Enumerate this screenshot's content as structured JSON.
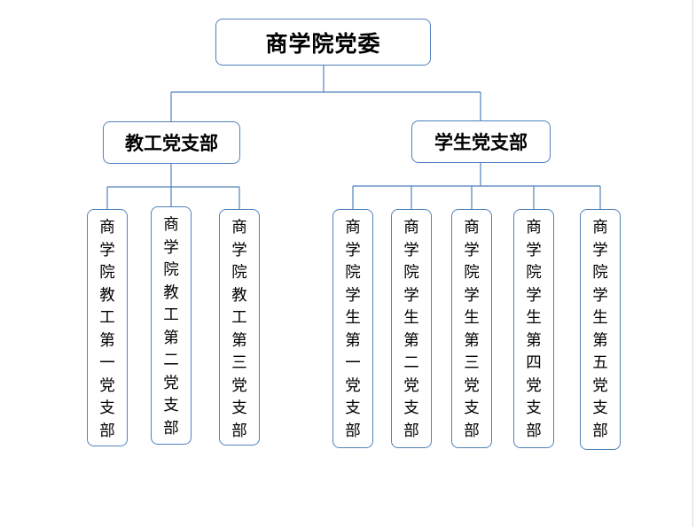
{
  "root": {
    "label": "商学院党委"
  },
  "branches": [
    {
      "label": "教工党支部",
      "children": [
        "商学院教工第一党支部",
        "商学院教工第二党支部",
        "商学院教工第三党支部"
      ]
    },
    {
      "label": "学生党支部",
      "children": [
        "商学院学生第一党支部",
        "商学院学生第二党支部",
        "商学院学生第三党支部",
        "商学院学生第四党支部",
        "商学院学生第五党支部"
      ]
    }
  ],
  "colors": {
    "border": "#4f81bd",
    "text": "#000000",
    "background": "#ffffff"
  }
}
